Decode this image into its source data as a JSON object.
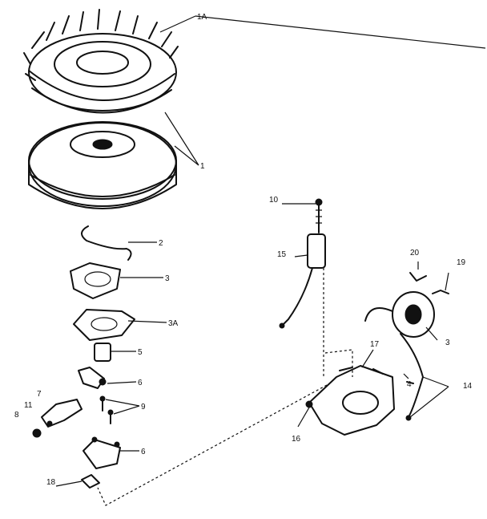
{
  "labels": {
    "l1A_top": "1A",
    "l1": "1",
    "l2": "2",
    "l3_left": "3",
    "l3A": "3A",
    "l5": "5",
    "l6_upper": "6",
    "l9": "9",
    "l6_lower": "6",
    "l7": "7",
    "l8": "8",
    "l11": "11",
    "l18": "18",
    "l10": "10",
    "l15": "15",
    "l17": "17",
    "l16": "16",
    "l20": "20",
    "l19": "19",
    "l3_right": "3",
    "l14": "14",
    "l4": "4"
  }
}
